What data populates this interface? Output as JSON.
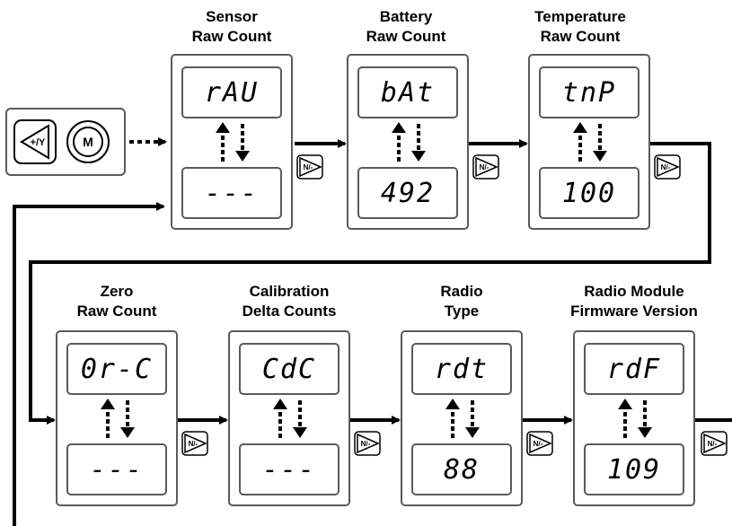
{
  "start": {
    "left_button": "+/Y",
    "right_button": "M"
  },
  "next_button_label": "N/-",
  "row1": [
    {
      "title1": "Sensor",
      "title2": "Raw Count",
      "top": "rAU",
      "bottom": "---"
    },
    {
      "title1": "Battery",
      "title2": "Raw Count",
      "top": "bAt",
      "bottom": "492"
    },
    {
      "title1": "Temperature",
      "title2": "Raw Count",
      "top": "tnP",
      "bottom": "100"
    }
  ],
  "row2": [
    {
      "title1": "Zero",
      "title2": "Raw Count",
      "top": "0r-C",
      "bottom": "---"
    },
    {
      "title1": "Calibration",
      "title2": "Delta Counts",
      "top": "CdC",
      "bottom": "---"
    },
    {
      "title1": "Radio",
      "title2": "Type",
      "top": "rdt",
      "bottom": "88"
    },
    {
      "title1": "Radio Module",
      "title2": "Firmware Version",
      "top": "rdF",
      "bottom": "109"
    }
  ]
}
